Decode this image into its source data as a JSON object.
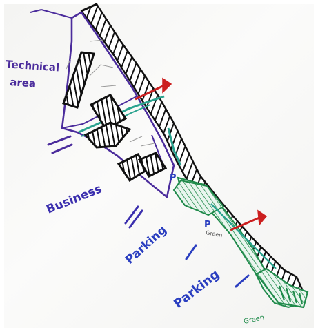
{
  "sketch": {
    "labels": {
      "technical_line1": "Technical",
      "technical_line2": "area",
      "business": "Business",
      "parking_1": "Parking",
      "parking_2": "Parking",
      "green_1": "Green",
      "green_2": "Green",
      "parking_symbol_1": "P",
      "parking_symbol_2": "P"
    },
    "colors": {
      "building_hatch": "#111111",
      "site_outline": "#4b2c9c",
      "business_text": "#3b2fae",
      "parking_text": "#2a3ec0",
      "green_zone": "#1f8a4a",
      "teal_border": "#2aa38f",
      "arrow": "#cc1f1f"
    }
  }
}
